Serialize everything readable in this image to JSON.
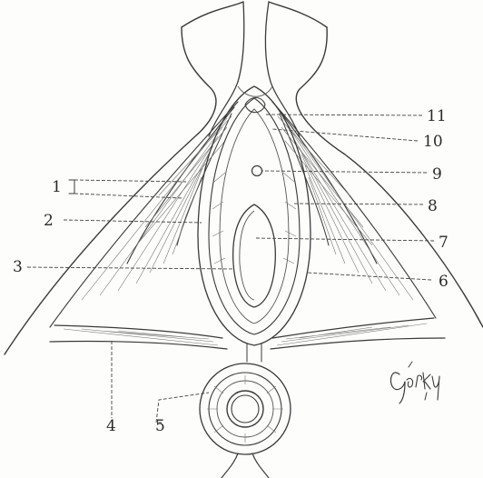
{
  "labels": {
    "l1": "1",
    "l2": "2",
    "l3": "3",
    "l4": "4",
    "l5": "5",
    "l6": "6",
    "l7": "7",
    "l8": "8",
    "l9": "9",
    "l10": "10",
    "l11": "11"
  },
  "signature": "Gorky",
  "colors": {
    "ink": "#3a3a3a",
    "paper": "#fdfdfb"
  }
}
